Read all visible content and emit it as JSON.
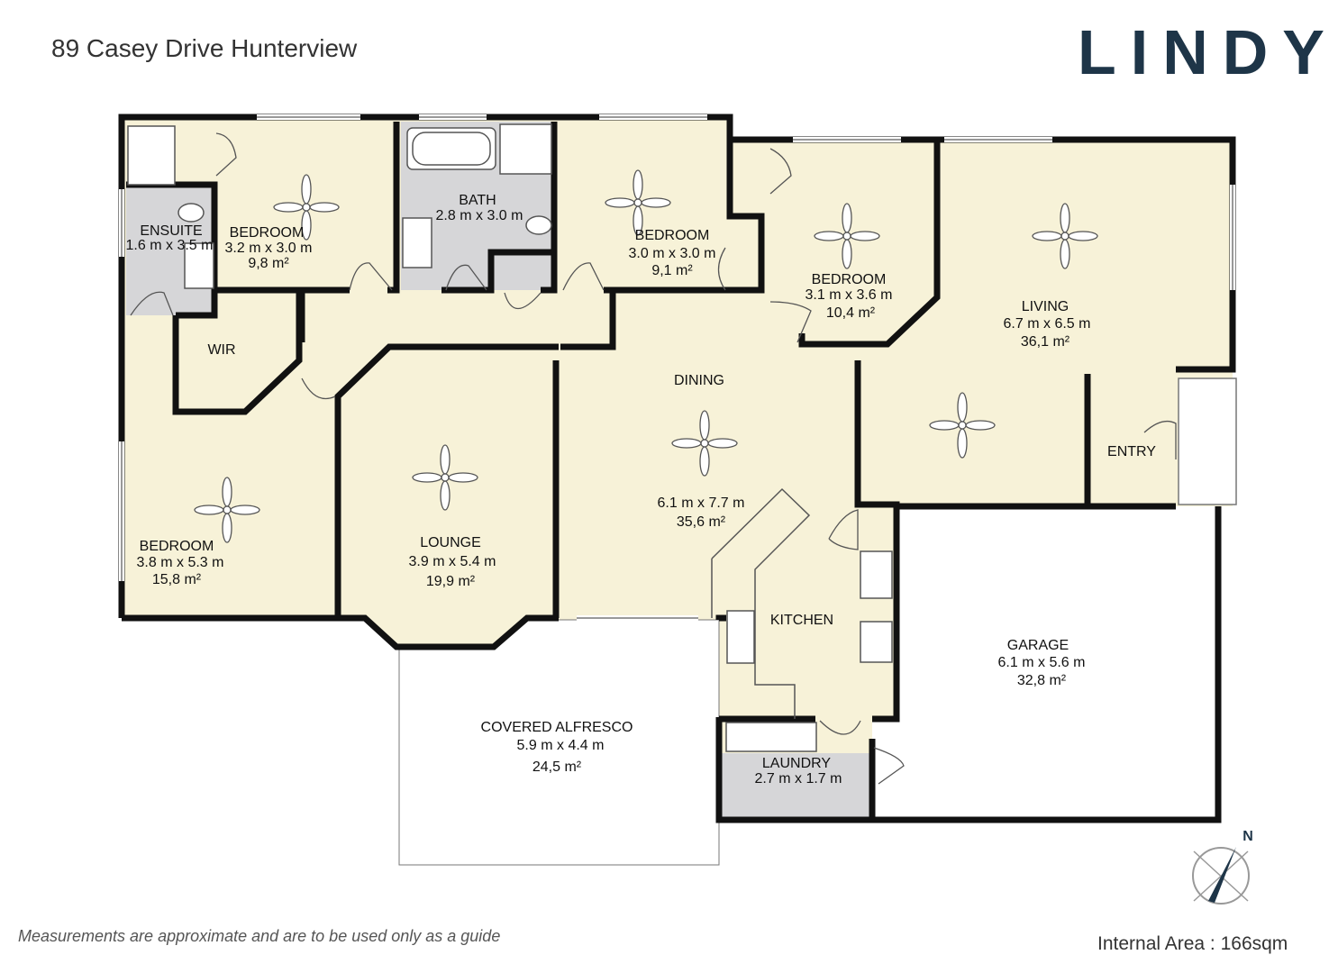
{
  "header": {
    "address": "89 Casey Drive Hunterview",
    "brand": "LINDY"
  },
  "footer": {
    "disclaimer": "Measurements are approximate and are to be used only as a guide",
    "internal_area": "Internal Area : 166sqm"
  },
  "compass": {
    "label": "N"
  },
  "colors": {
    "room_fill": "#f7f2d8",
    "wet_fill": "#d6d6d8",
    "wall": "#111111",
    "brand": "#1e3548"
  },
  "rooms": {
    "ensuite": {
      "name": "ENSUITE",
      "dims": "1.6 m x 3.5 m"
    },
    "bedroom_top_left": {
      "name": "BEDROOM",
      "dims": "3.2 m x 3.0 m",
      "area": "9,8 m²"
    },
    "bath": {
      "name": "BATH",
      "dims": "2.8 m x 3.0 m"
    },
    "bedroom_top_mid": {
      "name": "BEDROOM",
      "dims": "3.0 m x 3.0 m",
      "area": "9,1 m²"
    },
    "bedroom_right": {
      "name": "BEDROOM",
      "dims": "3.1 m x 3.6 m",
      "area": "10,4 m²"
    },
    "living": {
      "name": "LIVING",
      "dims": "6.7 m x 6.5 m",
      "area": "36,1 m²"
    },
    "wir": {
      "name": "WIR"
    },
    "dining": {
      "name": "DINING",
      "dims": "6.1 m x 7.7 m",
      "area": "35,6 m²"
    },
    "entry": {
      "name": "ENTRY"
    },
    "bedroom_bottom_left": {
      "name": "BEDROOM",
      "dims": "3.8 m x 5.3 m",
      "area": "15,8 m²"
    },
    "lounge": {
      "name": "LOUNGE",
      "dims": "3.9 m x 5.4 m",
      "area": "19,9 m²"
    },
    "kitchen": {
      "name": "KITCHEN"
    },
    "garage": {
      "name": "GARAGE",
      "dims": "6.1 m x 5.6 m",
      "area": "32,8 m²"
    },
    "alfresco": {
      "name": "COVERED ALFRESCO",
      "dims": "5.9 m x 4.4 m",
      "area": "24,5 m²"
    },
    "laundry": {
      "name": "LAUNDRY",
      "dims": "2.7 m x 1.7 m"
    }
  }
}
